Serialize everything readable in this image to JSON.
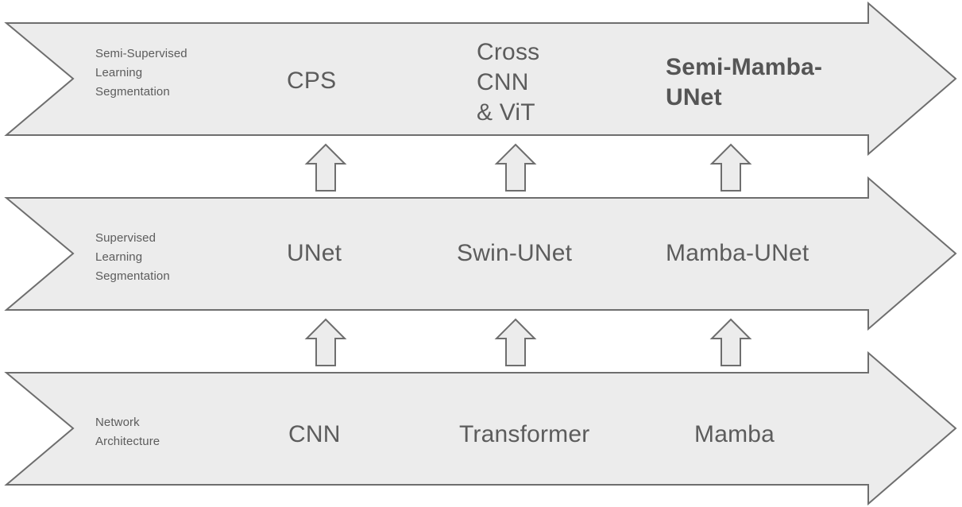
{
  "diagram": {
    "title": "Semi-Mamba-UNet method progression diagram",
    "type": "three-tier-arrow-banner",
    "colors": {
      "band_fill": "#ececec",
      "band_stroke": "#6e6e6e",
      "text": "#5c5c5c",
      "highlight_text": "#555555",
      "background": "#ffffff"
    },
    "rows": [
      {
        "id": "semi-supervised-learning-segmentation",
        "label": "Semi-Supervised\nLearning\nSegmentation",
        "cells": [
          {
            "id": "cps",
            "text": "CPS",
            "emphasis": "normal"
          },
          {
            "id": "cross-cnn-vit",
            "text": "Cross\nCNN\n& ViT",
            "emphasis": "normal"
          },
          {
            "id": "semi-mamba-unet",
            "text": "Semi-Mamba-\nUNet",
            "emphasis": "bold"
          }
        ]
      },
      {
        "id": "supervised-learning-segmentation",
        "label": "Supervised\nLearning\nSegmentation",
        "cells": [
          {
            "id": "unet",
            "text": "UNet",
            "emphasis": "normal"
          },
          {
            "id": "swin-unet",
            "text": "Swin-UNet",
            "emphasis": "normal"
          },
          {
            "id": "mamba-unet",
            "text": "Mamba-UNet",
            "emphasis": "normal"
          }
        ]
      },
      {
        "id": "network-architecture",
        "label": "Network\nArchitecture",
        "cells": [
          {
            "id": "cnn",
            "text": "CNN",
            "emphasis": "normal"
          },
          {
            "id": "transformer",
            "text": "Transformer",
            "emphasis": "normal"
          },
          {
            "id": "mamba",
            "text": "Mamba",
            "emphasis": "normal"
          }
        ]
      }
    ],
    "risers": [
      {
        "id": "riser-cnn-to-unet",
        "from": "cnn",
        "to": "unet",
        "direction": "up"
      },
      {
        "id": "riser-transformer-to-swin-unet",
        "from": "transformer",
        "to": "swin-unet",
        "direction": "up"
      },
      {
        "id": "riser-mamba-to-mamba-unet",
        "from": "mamba",
        "to": "mamba-unet",
        "direction": "up"
      },
      {
        "id": "riser-unet-to-cps",
        "from": "unet",
        "to": "cps",
        "direction": "up"
      },
      {
        "id": "riser-swin-unet-to-cross-cnn-vit",
        "from": "swin-unet",
        "to": "cross-cnn-vit",
        "direction": "up"
      },
      {
        "id": "riser-mamba-unet-to-semi-mamba-unet",
        "from": "mamba-unet",
        "to": "semi-mamba-unet",
        "direction": "up"
      }
    ]
  }
}
